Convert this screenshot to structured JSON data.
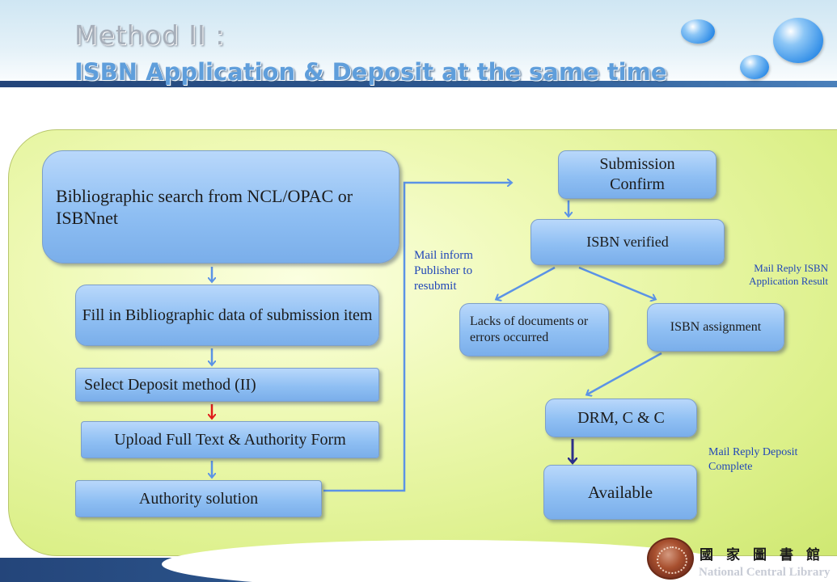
{
  "header": {
    "title_line1": "Method II  :",
    "title_line2": "ISBN Application & Deposit at the same time"
  },
  "left_flow": {
    "search": "Bibliographic search from NCL/OPAC or ISBNnet",
    "fill": "Fill in Bibliographic data of submission item",
    "select": "Select  Deposit method (II)",
    "upload": "Upload Full Text & Authority Form",
    "authority": "Authority solution"
  },
  "right_flow": {
    "submission": "Submission Confirm",
    "verified": "ISBN verified",
    "lacks": "Lacks of documents or errors occurred",
    "assignment": "ISBN assignment",
    "drm": "DRM, C & C",
    "available": "Available"
  },
  "notes": {
    "resubmit": "Mail inform Publisher to resubmit",
    "isbn_result": "Mail Reply ISBN Application Result",
    "deposit_complete": "Mail Reply Deposit Complete"
  },
  "logo": {
    "chinese": "國家圖書館",
    "english": "National Central Library"
  },
  "colors": {
    "arrow": "#5b93e6",
    "arrow_red": "#e01b1b",
    "arrow_dark": "#2c2f8a",
    "note": "#2147b8"
  }
}
